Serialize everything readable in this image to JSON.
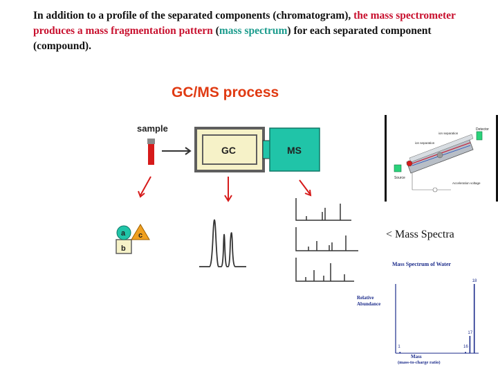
{
  "intro": {
    "part1": "In addition to a profile of the separated components (chromatogram), ",
    "part2": "the mass spectrometer produces a mass fragmentation pattern",
    "part3": " (",
    "part4": "mass spectrum",
    "part5": ") for each separated component (compound)."
  },
  "gcms": {
    "title": "GC/MS process",
    "sample_label": "sample",
    "gc_label": "GC",
    "ms_label": "MS",
    "compounds": [
      "a",
      "c",
      "b"
    ]
  },
  "ion_diagram": {
    "detector": "Detector",
    "deflection": "ion separation",
    "ion_separation": "ion separation",
    "source": "Source",
    "voltage": "Acceleration voltage"
  },
  "caption": "< Mass Spectra",
  "water": {
    "title": "Mass Spectrum of Water",
    "ylabel_line1": "Relative",
    "ylabel_line2": "Abundance",
    "xlabel_line1": "Mass",
    "xlabel_line2": "(mass-to-charge ratio)"
  },
  "colors": {
    "teal": "#1fbf9f",
    "box_fill": "#f6f2c8",
    "box_stroke": "#5e5e5e",
    "red": "#c8102e",
    "orange": "#f0a020",
    "ms_teal": "#20c4a8"
  },
  "chart_data": {
    "type": "bar",
    "title": "Mass Spectrum of Water",
    "xlabel": "Mass (mass-to-charge ratio)",
    "ylabel": "Relative Abundance",
    "x": [
      1,
      16,
      17,
      18
    ],
    "values": [
      2,
      2,
      25,
      100
    ],
    "ylim": [
      0,
      110
    ],
    "xlim": [
      0,
      19
    ]
  }
}
